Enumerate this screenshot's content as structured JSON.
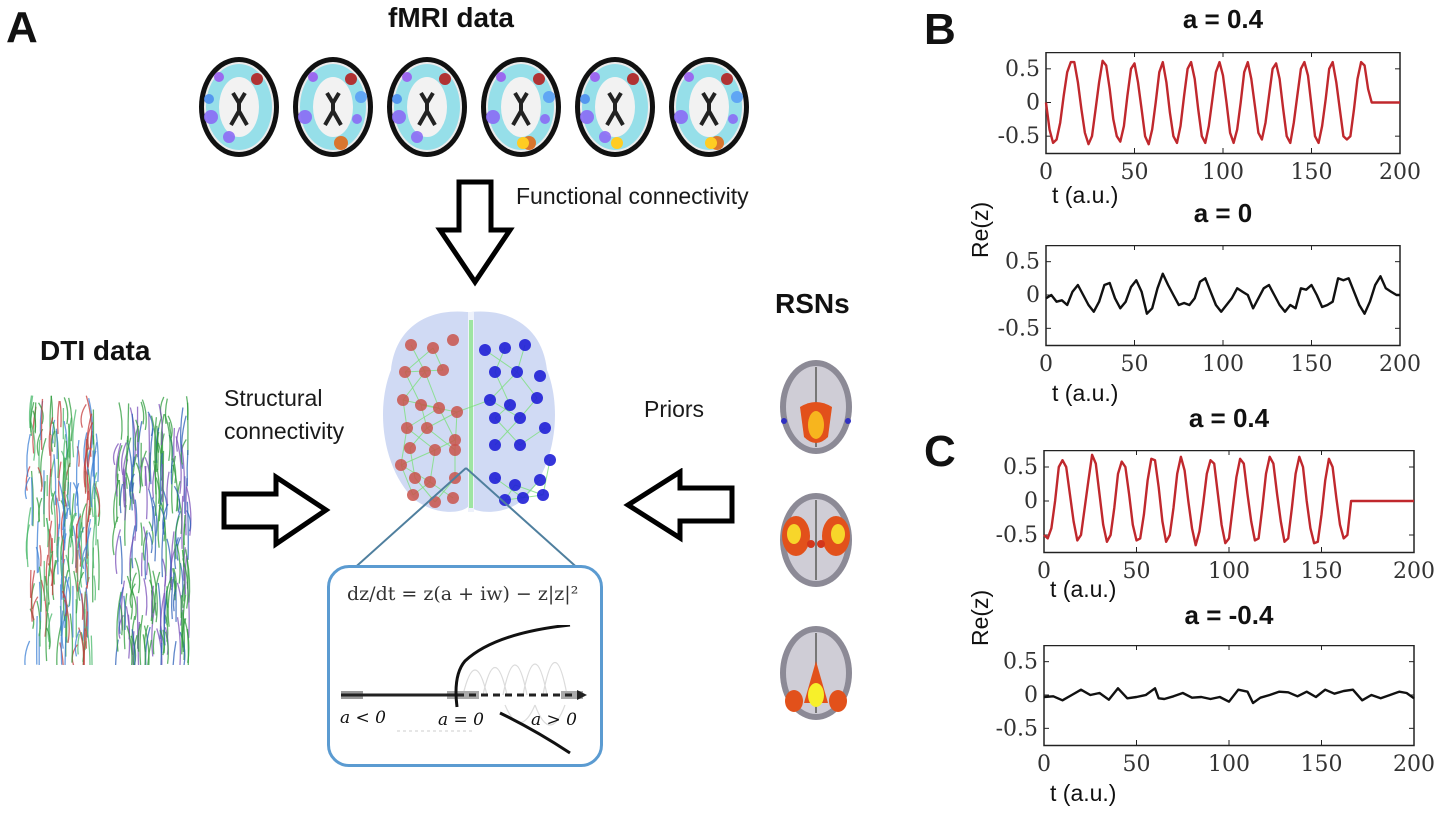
{
  "panels": {
    "A": {
      "letter": "A",
      "fmri_title": "fMRI data",
      "dti_title": "DTI data",
      "rsn_title": "RSNs",
      "functional_label": "Functional connectivity",
      "structural_label_line1": "Structural",
      "structural_label_line2": "connectivity",
      "priors_label": "Priors",
      "equation": "dz/dt = z(a + iw) − z|z|²",
      "bifurcation_labels": [
        "a < 0",
        "a = 0",
        "a > 0"
      ],
      "fmri_slice_count": 6,
      "rsn_count": 3,
      "colors": {
        "left_nodes": "#c9534b",
        "right_nodes": "#1f1fd6",
        "edges": "#7de07d",
        "inset_border": "#5b9bd1"
      }
    },
    "B": {
      "letter": "B"
    },
    "C": {
      "letter": "C"
    }
  },
  "shared_ylabel": "Re(z)",
  "chart_data": [
    {
      "panel": "B",
      "type": "line",
      "title": "a = 0.4",
      "xlabel": "t (a.u.)",
      "ylabel": "Re(z)",
      "xlim": [
        0,
        200
      ],
      "ylim": [
        -0.75,
        0.75
      ],
      "xticks": [
        "0",
        "50",
        "100",
        "150",
        "200"
      ],
      "yticks": [
        "0.5",
        "0",
        "-0.5"
      ],
      "color": "#c0282d",
      "x": [
        0,
        2,
        4,
        6,
        8,
        10,
        12,
        14,
        16,
        18,
        20,
        22,
        24,
        26,
        28,
        30,
        32,
        34,
        36,
        38,
        40,
        42,
        44,
        46,
        48,
        50,
        52,
        54,
        56,
        58,
        60,
        62,
        64,
        66,
        68,
        70,
        72,
        74,
        76,
        78,
        80,
        82,
        84,
        86,
        88,
        90,
        92,
        94,
        96,
        98,
        100,
        102,
        104,
        106,
        108,
        110,
        112,
        114,
        116,
        118,
        120,
        122,
        124,
        126,
        128,
        130,
        132,
        134,
        136,
        138,
        140,
        142,
        144,
        146,
        148,
        150,
        152,
        154,
        156,
        158,
        160,
        162,
        164,
        166,
        168,
        170,
        172,
        174,
        176,
        178,
        180,
        182,
        184,
        186,
        188,
        190,
        192,
        194,
        196,
        198,
        200
      ],
      "y": [
        0.0,
        -0.4,
        -0.6,
        -0.55,
        -0.3,
        0.1,
        0.45,
        0.6,
        0.6,
        0.3,
        -0.1,
        -0.45,
        -0.62,
        -0.5,
        -0.1,
        0.3,
        0.62,
        0.55,
        0.2,
        -0.25,
        -0.5,
        -0.58,
        -0.35,
        0.1,
        0.5,
        0.58,
        0.3,
        -0.1,
        -0.5,
        -0.62,
        -0.4,
        0.0,
        0.45,
        0.6,
        0.3,
        -0.15,
        -0.5,
        -0.6,
        -0.35,
        0.1,
        0.5,
        0.6,
        0.35,
        -0.1,
        -0.5,
        -0.6,
        -0.35,
        0.05,
        0.45,
        0.6,
        0.4,
        0.0,
        -0.45,
        -0.6,
        -0.4,
        0.0,
        0.45,
        0.6,
        0.35,
        -0.05,
        -0.45,
        -0.55,
        -0.3,
        0.1,
        0.5,
        0.58,
        0.35,
        -0.1,
        -0.5,
        -0.6,
        -0.3,
        0.1,
        0.5,
        0.6,
        0.4,
        -0.05,
        -0.5,
        -0.6,
        -0.35,
        0.05,
        0.5,
        0.6,
        0.3,
        -0.1,
        -0.5,
        -0.55,
        -0.5,
        -0.1,
        0.35,
        0.6,
        0.55,
        0.2,
        0.0,
        0.0,
        0.0,
        0.0,
        0.0,
        0.0,
        0.0,
        0.0,
        0.0
      ]
    },
    {
      "panel": "B",
      "type": "line",
      "title": "a = 0",
      "xlabel": "t (a.u.)",
      "ylabel": "Re(z)",
      "xlim": [
        0,
        200
      ],
      "ylim": [
        -0.75,
        0.75
      ],
      "xticks": [
        "0",
        "50",
        "100",
        "150",
        "200"
      ],
      "yticks": [
        "0.5",
        "0",
        "-0.5"
      ],
      "color": "#111111",
      "x": [
        0,
        3,
        6,
        9,
        12,
        15,
        18,
        21,
        24,
        27,
        30,
        33,
        36,
        39,
        42,
        45,
        48,
        51,
        54,
        57,
        60,
        63,
        66,
        69,
        72,
        75,
        78,
        81,
        84,
        87,
        90,
        93,
        96,
        99,
        102,
        105,
        108,
        111,
        114,
        117,
        120,
        123,
        126,
        129,
        132,
        135,
        138,
        141,
        144,
        147,
        150,
        153,
        156,
        159,
        162,
        165,
        168,
        171,
        174,
        177,
        180,
        183,
        186,
        189,
        192,
        195,
        198,
        200
      ],
      "y": [
        -0.05,
        0.0,
        -0.1,
        -0.08,
        -0.15,
        0.05,
        0.15,
        0.0,
        -0.15,
        -0.25,
        -0.1,
        0.15,
        0.18,
        -0.05,
        -0.2,
        -0.1,
        0.12,
        0.22,
        0.05,
        -0.28,
        -0.2,
        0.1,
        0.32,
        0.15,
        0.0,
        -0.15,
        -0.12,
        -0.15,
        -0.05,
        0.2,
        0.25,
        0.05,
        -0.15,
        -0.25,
        -0.15,
        -0.05,
        0.1,
        0.05,
        0.0,
        -0.2,
        -0.05,
        0.1,
        0.15,
        0.0,
        -0.15,
        -0.25,
        -0.15,
        -0.2,
        0.1,
        0.08,
        0.15,
        0.0,
        -0.18,
        -0.15,
        -0.1,
        0.25,
        0.22,
        0.25,
        0.05,
        -0.15,
        -0.28,
        -0.1,
        0.15,
        0.28,
        0.1,
        0.05,
        0.0,
        0.0
      ]
    },
    {
      "panel": "C",
      "type": "line",
      "title": "a = 0.4",
      "xlabel": "t (a.u.)",
      "ylabel": "Re(z)",
      "xlim": [
        0,
        200
      ],
      "ylim": [
        -0.75,
        0.75
      ],
      "xticks": [
        "0",
        "50",
        "100",
        "150",
        "200"
      ],
      "yticks": [
        "0.5",
        "0",
        "-0.5"
      ],
      "color": "#c0282d",
      "x": [
        0,
        2,
        4,
        6,
        8,
        10,
        12,
        14,
        16,
        18,
        20,
        22,
        24,
        26,
        28,
        30,
        32,
        34,
        36,
        38,
        40,
        42,
        44,
        46,
        48,
        50,
        52,
        54,
        56,
        58,
        60,
        62,
        64,
        66,
        68,
        70,
        72,
        74,
        76,
        78,
        80,
        82,
        84,
        86,
        88,
        90,
        92,
        94,
        96,
        98,
        100,
        102,
        104,
        106,
        108,
        110,
        112,
        114,
        116,
        118,
        120,
        122,
        124,
        126,
        128,
        130,
        132,
        134,
        136,
        138,
        140,
        142,
        144,
        146,
        148,
        150,
        152,
        154,
        156,
        158,
        160,
        162,
        164,
        166,
        168,
        170,
        172,
        174,
        176,
        178,
        180,
        182,
        184,
        186,
        188,
        190,
        192,
        194,
        196,
        198,
        200
      ],
      "y": [
        -0.5,
        -0.55,
        -0.4,
        0.0,
        0.5,
        0.6,
        0.5,
        0.1,
        -0.3,
        -0.58,
        -0.5,
        -0.1,
        0.3,
        0.68,
        0.55,
        0.1,
        -0.35,
        -0.6,
        -0.5,
        -0.1,
        0.4,
        0.58,
        0.5,
        0.1,
        -0.35,
        -0.58,
        -0.55,
        -0.2,
        0.3,
        0.62,
        0.6,
        0.2,
        -0.3,
        -0.6,
        -0.5,
        -0.1,
        0.4,
        0.65,
        0.45,
        0.0,
        -0.4,
        -0.65,
        -0.45,
        -0.05,
        0.4,
        0.6,
        0.55,
        0.1,
        -0.35,
        -0.62,
        -0.55,
        -0.1,
        0.35,
        0.62,
        0.55,
        0.1,
        -0.3,
        -0.58,
        -0.55,
        -0.1,
        0.4,
        0.65,
        0.55,
        0.1,
        -0.3,
        -0.6,
        -0.55,
        -0.1,
        0.4,
        0.65,
        0.5,
        0.0,
        -0.4,
        -0.62,
        -0.6,
        -0.2,
        0.3,
        0.62,
        0.5,
        0.05,
        -0.35,
        -0.55,
        -0.5,
        0.0,
        0.0,
        0.0,
        0.0,
        0.0,
        0.0,
        0.0,
        0.0,
        0.0,
        0.0,
        0.0,
        0.0,
        0.0,
        0.0,
        0.0,
        0.0,
        0.0,
        0.0
      ]
    },
    {
      "panel": "C",
      "type": "line",
      "title": "a = -0.4",
      "xlabel": "t (a.u.)",
      "ylabel": "Re(z)",
      "xlim": [
        0,
        200
      ],
      "ylim": [
        -0.75,
        0.75
      ],
      "xticks": [
        "0",
        "50",
        "100",
        "150",
        "200"
      ],
      "yticks": [
        "0.5",
        "0",
        "-0.5"
      ],
      "color": "#111111",
      "x": [
        0,
        5,
        10,
        15,
        20,
        25,
        30,
        35,
        40,
        45,
        50,
        55,
        60,
        62,
        65,
        70,
        75,
        80,
        85,
        90,
        95,
        100,
        105,
        110,
        113,
        117,
        122,
        127,
        132,
        137,
        142,
        147,
        152,
        157,
        162,
        167,
        172,
        177,
        182,
        187,
        192,
        196,
        200
      ],
      "y": [
        -0.03,
        -0.02,
        -0.08,
        0.0,
        0.08,
        0.0,
        0.03,
        -0.07,
        0.1,
        -0.05,
        -0.03,
        0.0,
        0.1,
        -0.05,
        -0.06,
        -0.02,
        0.03,
        -0.04,
        -0.03,
        -0.06,
        -0.03,
        -0.1,
        0.08,
        0.05,
        -0.12,
        -0.04,
        0.0,
        0.05,
        0.04,
        -0.02,
        0.05,
        -0.03,
        0.08,
        0.02,
        0.06,
        0.08,
        -0.08,
        0.0,
        -0.05,
        0.0,
        0.05,
        0.03,
        -0.05
      ]
    }
  ]
}
